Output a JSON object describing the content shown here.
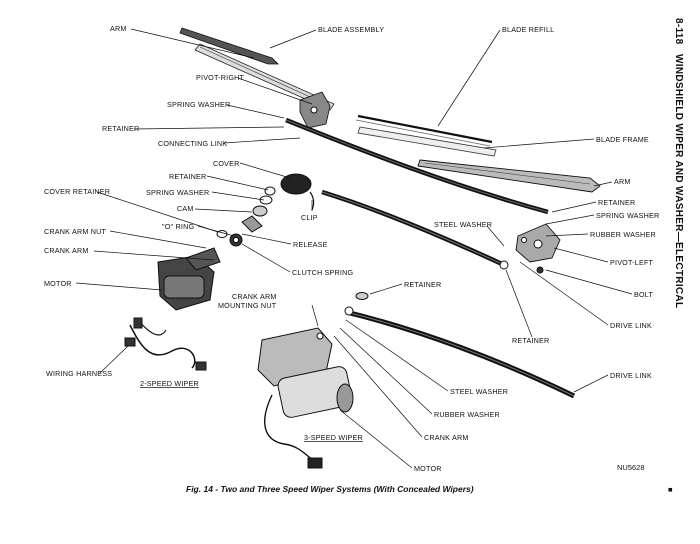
{
  "page_number": "8-118",
  "section_title": "WINDSHIELD WIPER AND WASHER—ELECTRICAL",
  "figure_caption": "Fig. 14 - Two and Three Speed Wiper Systems (With Concealed Wipers)",
  "figure_code": "NU5628",
  "end_mark": "■",
  "sub_labels": {
    "two_speed": "2-SPEED WIPER",
    "three_speed": "3-SPEED WIPER"
  },
  "callouts": {
    "arm_top": "ARM",
    "blade_assembly": "BLADE ASSEMBLY",
    "blade_refill": "BLADE REFILL",
    "pivot_right": "PIVOT-RIGHT",
    "spring_washer_1": "SPRING WASHER",
    "retainer_1": "RETAINER",
    "connecting_link": "CONNECTING LINK",
    "blade_frame": "BLADE FRAME",
    "cover": "COVER",
    "retainer_2": "RETAINER",
    "arm_right": "ARM",
    "spring_washer_2": "SPRING WASHER",
    "retainer_right": "RETAINER",
    "spring_washer_right": "SPRING WASHER",
    "cover_retainer": "COVER RETAINER",
    "cam": "CAM",
    "clip": "CLIP",
    "steel_washer_1": "STEEL WASHER",
    "rubber_washer_1": "RUBBER WASHER",
    "crank_arm_nut": "CRANK ARM NUT",
    "o_ring": "\"O\" RING",
    "release": "RELEASE",
    "crank_arm_1": "CRANK ARM",
    "pivot_left": "PIVOT-LEFT",
    "clutch_spring": "CLUTCH SPRING",
    "motor_1": "MOTOR",
    "retainer_3": "RETAINER",
    "bolt": "BOLT",
    "crank_arm_mounting_nut_1": "CRANK ARM",
    "crank_arm_mounting_nut_2": "MOUNTING NUT",
    "drive_link_1": "DRIVE LINK",
    "retainer_4": "RETAINER",
    "wiring_harness": "WIRING HARNESS",
    "drive_link_2": "DRIVE LINK",
    "steel_washer_2": "STEEL WASHER",
    "rubber_washer_2": "RUBBER WASHER",
    "crank_arm_2": "CRANK ARM",
    "motor_2": "MOTOR"
  }
}
